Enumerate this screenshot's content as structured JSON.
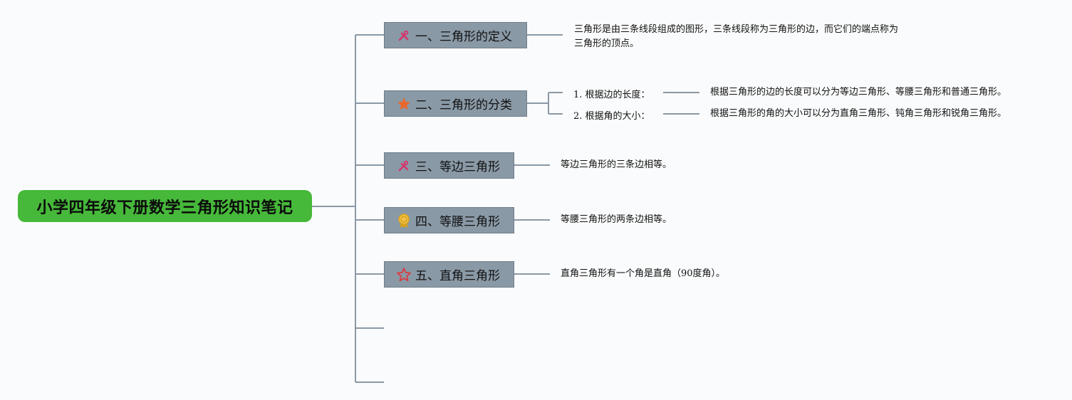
{
  "root": {
    "label": "小学四年级下册数学三角形知识笔记"
  },
  "topics": [
    {
      "label": "一、三角形的定义",
      "icon": "tools-icon",
      "note_lines": [
        "三角形是由三条线段组成的图形，三条线段称为三角形的边，而它们的端点称为",
        "三角形的顶点。"
      ]
    },
    {
      "label": "二、三角形的分类",
      "icon": "star-filled-icon",
      "subs": [
        {
          "label": "1. 根据边的长度：",
          "note": "根据三角形的边的长度可以分为等边三角形、等腰三角形和普通三角形。"
        },
        {
          "label": "2. 根据角的大小：",
          "note": "根据三角形的角的大小可以分为直角三角形、钝角三角形和锐角三角形。"
        }
      ]
    },
    {
      "label": "三、等边三角形",
      "icon": "tools-icon",
      "note": "等边三角形的三条边相等。"
    },
    {
      "label": "四、等腰三角形",
      "icon": "medal-icon",
      "note": "等腰三角形的两条边相等。"
    },
    {
      "label": "五、直角三角形",
      "icon": "star-outline-icon",
      "note": "直角三角形有一个角是直角（90度角）。"
    }
  ],
  "colors": {
    "root": "#46b83a",
    "topic": "#8a99a6",
    "line": "#8a99a6",
    "star_filled": "#e8692f",
    "star_outline": "#e0353a",
    "tools": "#d6336c",
    "medal": "#d9a21b"
  }
}
